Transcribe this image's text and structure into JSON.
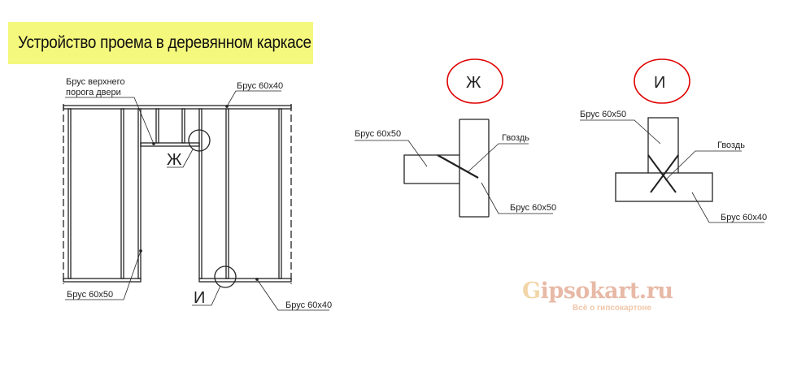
{
  "title": "Устройство проема в деревянном каркасе",
  "frame": {
    "label_header": [
      "Брус верхнего",
      "порога двери"
    ],
    "label_top_plate": "Брус 60x40",
    "label_stud": "Брус 60x50",
    "label_bottom_plate": "Брус 60x40",
    "marker_zh": "Ж",
    "marker_i": "И"
  },
  "detail_zh": {
    "heading": "Ж",
    "label_left": "Брус 60x50",
    "label_nail": "Гвоздь",
    "label_right": "Брус 60x50"
  },
  "detail_i": {
    "heading": "И",
    "label_top": "Брус 60x50",
    "label_nail": "Гвоздь",
    "label_bottom": "Брус 60x40"
  },
  "watermark": {
    "logo_initial": "G",
    "logo_rest": "ipsokart.ru",
    "tagline": "Всё о гипсокартоне"
  },
  "colors": {
    "title_bg": "#f4f87c",
    "callout_circle": "#e00000"
  }
}
